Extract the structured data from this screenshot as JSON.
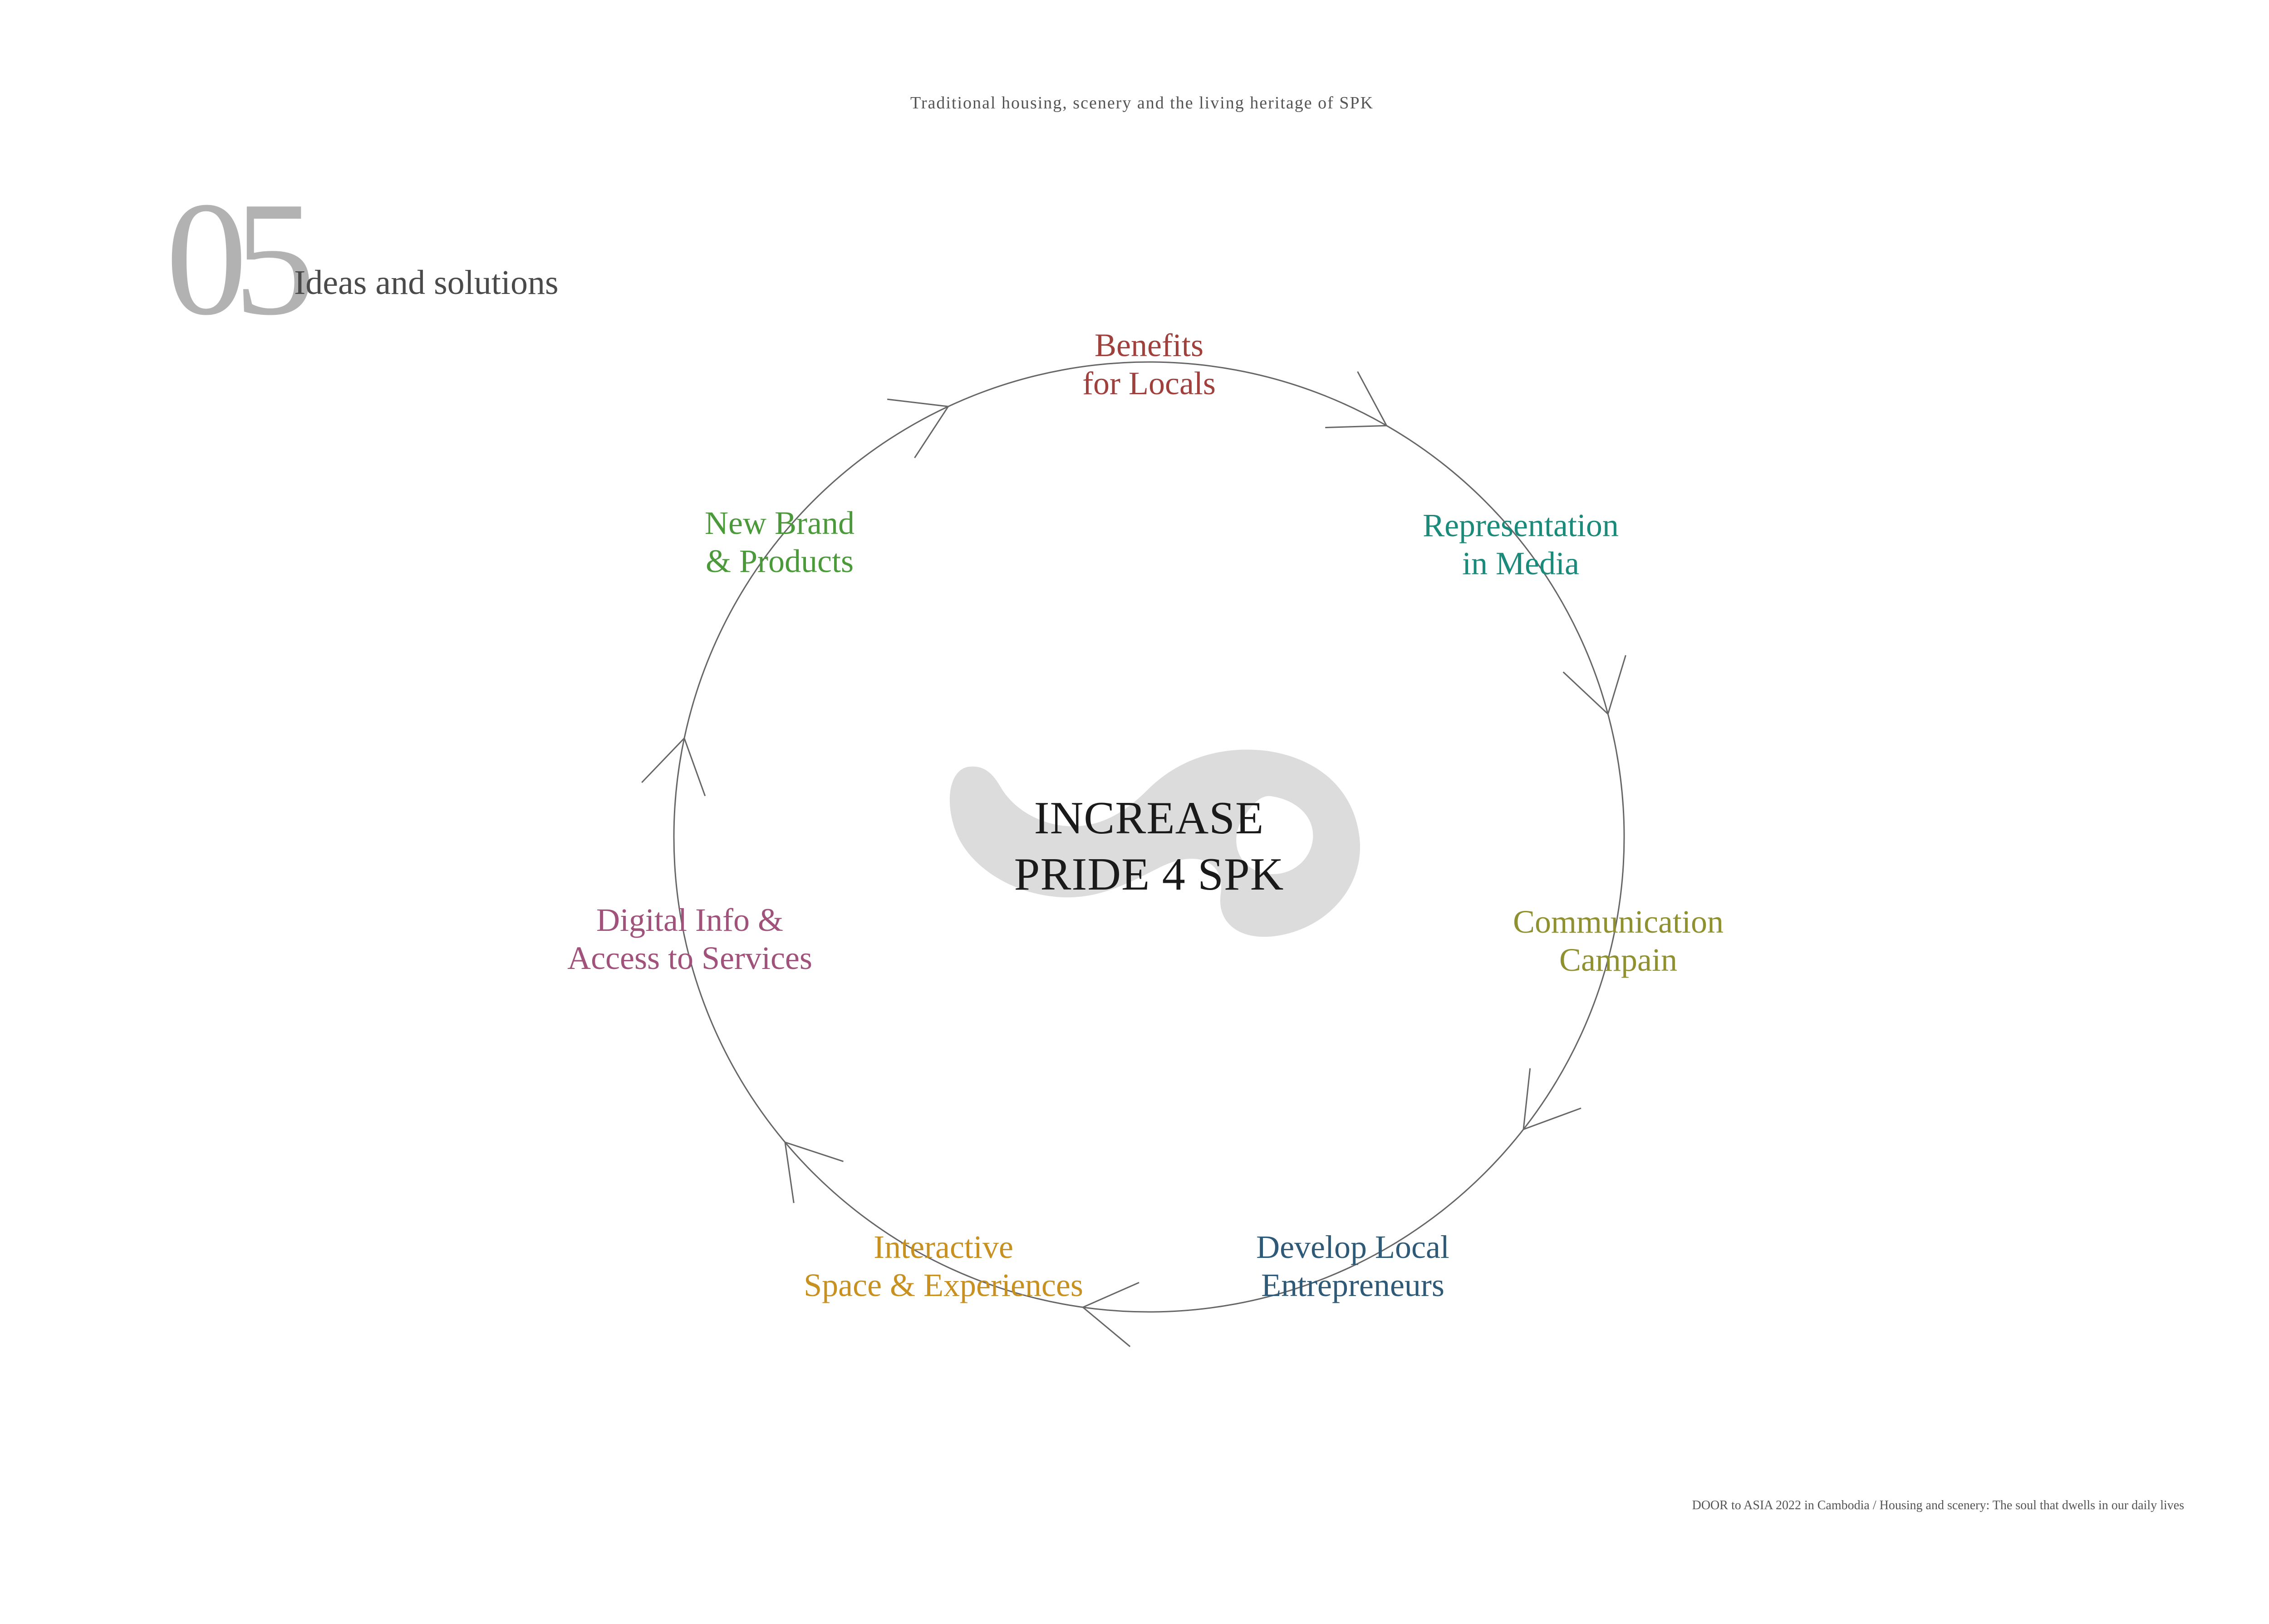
{
  "header": {
    "text": "Traditional housing, scenery and the living heritage of SPK"
  },
  "section": {
    "number": "05",
    "title": "Ideas and solutions"
  },
  "center": {
    "line1": "INCREASE",
    "line2": "PRIDE 4 SPK"
  },
  "nodes": [
    {
      "line1": "Benefits",
      "line2": "for Locals",
      "color": "#a0403c"
    },
    {
      "line1": "Representation",
      "line2": "in Media",
      "color": "#1a8a7a"
    },
    {
      "line1": "Communication",
      "line2": "Campain",
      "color": "#8f9030"
    },
    {
      "line1": "Develop Local",
      "line2": "Entrepreneurs",
      "color": "#2e5a78"
    },
    {
      "line1": "Interactive",
      "line2": "Space & Experiences",
      "color": "#c8901e"
    },
    {
      "line1": "Digital Info &",
      "line2": "Access to Services",
      "color": "#a0527a"
    },
    {
      "line1": "New Brand",
      "line2": "& Products",
      "color": "#4a9a3a"
    }
  ],
  "colors": {
    "circle": "#666666",
    "swirl": "#dcdcdc",
    "muted_number": "#b2b2b2"
  },
  "footer": {
    "text": "DOOR to ASIA 2022 in Cambodia / Housing and scenery: The soul that dwells in our daily lives"
  }
}
